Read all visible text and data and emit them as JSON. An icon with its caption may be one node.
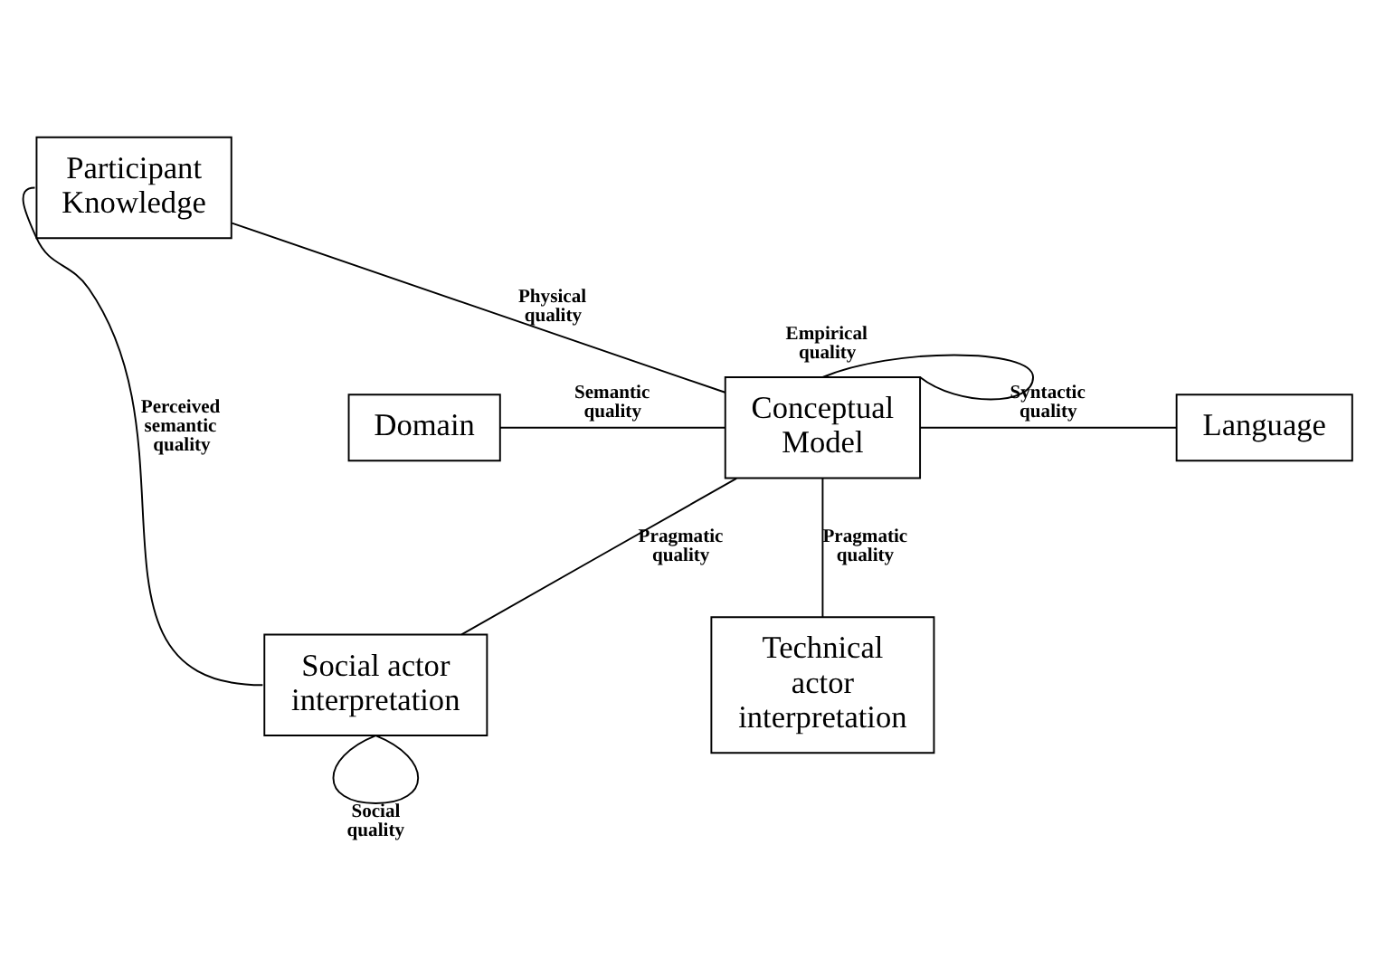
{
  "diagram": {
    "nodes": [
      {
        "text": [
          "Participant Knowledge"
        ]
      },
      {
        "text": [
          "Domain"
        ]
      },
      {
        "text": [
          "Conceptual Model"
        ]
      },
      {
        "text": [
          "Language"
        ]
      },
      {
        "text": [
          "Social actor interpretation"
        ]
      },
      {
        "text": [
          "Technical actor interpretation"
        ]
      }
    ],
    "edges": [
      {
        "from": 0,
        "to": 2,
        "arrow": "none",
        "label": "Physical quality"
      },
      {
        "from": 2,
        "to": 2,
        "arrow": "none",
        "label": "Empirical quality"
      },
      {
        "from": 1,
        "to": 2,
        "arrow": "none",
        "label": "Semantic quality"
      },
      {
        "from": 2,
        "to": 3,
        "arrow": "none",
        "label": "Syntactic quality"
      },
      {
        "from": 2,
        "to": 4,
        "arrow": "none",
        "label": "Pragmatic quality"
      },
      {
        "from": 2,
        "to": 5,
        "arrow": "none",
        "label": "Pragmatic quality"
      },
      {
        "from": 0,
        "to": 4,
        "arrow": "none",
        "label": "Perceived semantic quality"
      },
      {
        "from": 4,
        "to": 4,
        "arrow": "none",
        "label": "Social quality"
      }
    ]
  }
}
